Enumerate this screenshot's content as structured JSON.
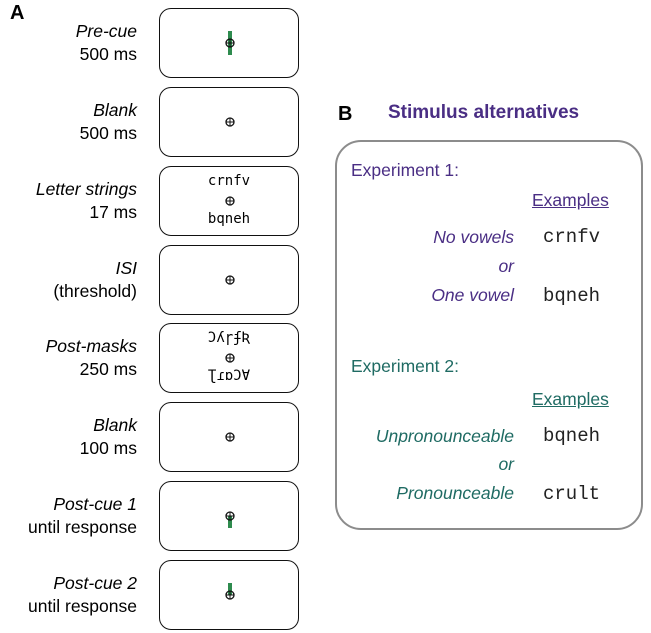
{
  "panel_a": {
    "letter": "A",
    "steps": [
      {
        "line1": "Pre-cue",
        "line2": "500 ms",
        "content": "cue-up"
      },
      {
        "line1": "Blank",
        "line2": "500 ms",
        "content": "fixation"
      },
      {
        "line1": "Letter strings",
        "line2": "17 ms",
        "content": "strings",
        "top": "crnfv",
        "bottom": "bqneh"
      },
      {
        "line1": "ISI",
        "line2": "(threshold)",
        "content": "fixation"
      },
      {
        "line1": "Post-masks",
        "line2": "250 ms",
        "content": "masks",
        "top": "ϽʎɼʄƦ",
        "bottom": "ƮɾɒϽⱯ"
      },
      {
        "line1": "Blank",
        "line2": "100 ms",
        "content": "fixation"
      },
      {
        "line1": "Post-cue 1",
        "line2": "until response",
        "content": "cue-down"
      },
      {
        "line1": "Post-cue 2",
        "line2": "until response",
        "content": "cue-up-short"
      }
    ],
    "cue_color": "#2e8b4e"
  },
  "panel_b": {
    "letter": "B",
    "title": "Stimulus alternatives",
    "experiment1": {
      "heading": "Experiment 1:",
      "examples_label": "Examples",
      "option1": "No vowels",
      "connector": "or",
      "option2": "One vowel",
      "example1": "crnfv",
      "example2": "bqneh"
    },
    "experiment2": {
      "heading": "Experiment 2:",
      "examples_label": "Examples",
      "option1": "Unpronounceable",
      "connector": "or",
      "option2": "Pronounceable",
      "example1": "bqneh",
      "example2": "crult"
    },
    "colors": {
      "exp1": "#4a2e84",
      "exp2": "#1f6b63",
      "box_border": "#8c8c8c"
    }
  }
}
